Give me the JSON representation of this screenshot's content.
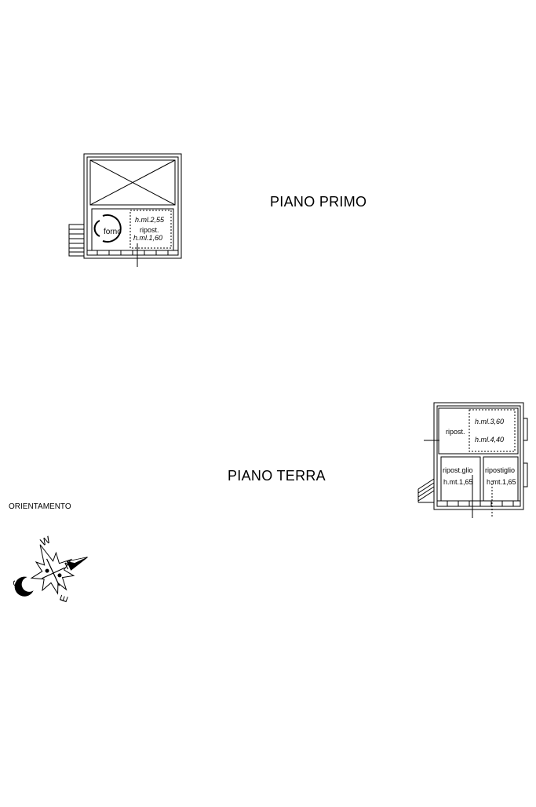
{
  "titles": {
    "primo": "PIANO PRIMO",
    "terra": "PIANO TERRA",
    "orientation": "ORIENTAMENTO"
  },
  "plan_primo": {
    "forno": "forno",
    "ripost": "ripost.",
    "h1": "h.ml.2,55",
    "h2": "h.ml.1,60"
  },
  "plan_terra": {
    "ripost": "ripost.",
    "h1": "h.ml.3,60",
    "h2": "h.ml.4,40",
    "room_left_name": "ripost.glio",
    "room_left_h": "h.mt.1,65",
    "room_right_name": "ripostiglio",
    "room_right_h": "h.mt.1,65"
  },
  "compass": {
    "w": "W",
    "n": "N",
    "s": "S",
    "e": "E"
  }
}
